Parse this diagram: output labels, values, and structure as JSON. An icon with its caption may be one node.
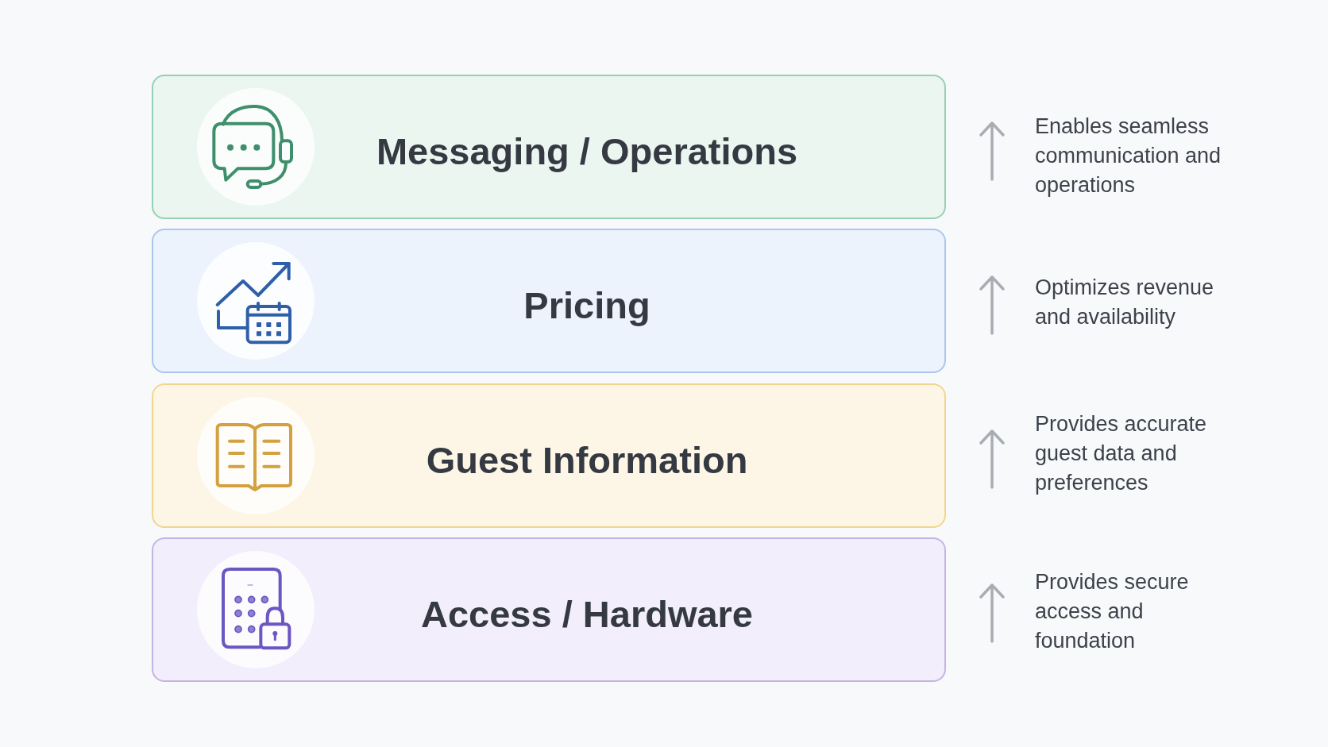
{
  "diagram": {
    "nodes": [
      {
        "text": [
          "Messaging / Operations"
        ]
      },
      {
        "text": [
          "Pricing"
        ]
      },
      {
        "text": [
          "Guest Information"
        ]
      },
      {
        "text": [
          "Access / Hardware"
        ]
      }
    ],
    "labels": [
      "Enables seamless communication and operations",
      "Optimizes revenue and availability",
      "Provides accurate guest data and preferences",
      "Provides secure access and foundation"
    ]
  }
}
